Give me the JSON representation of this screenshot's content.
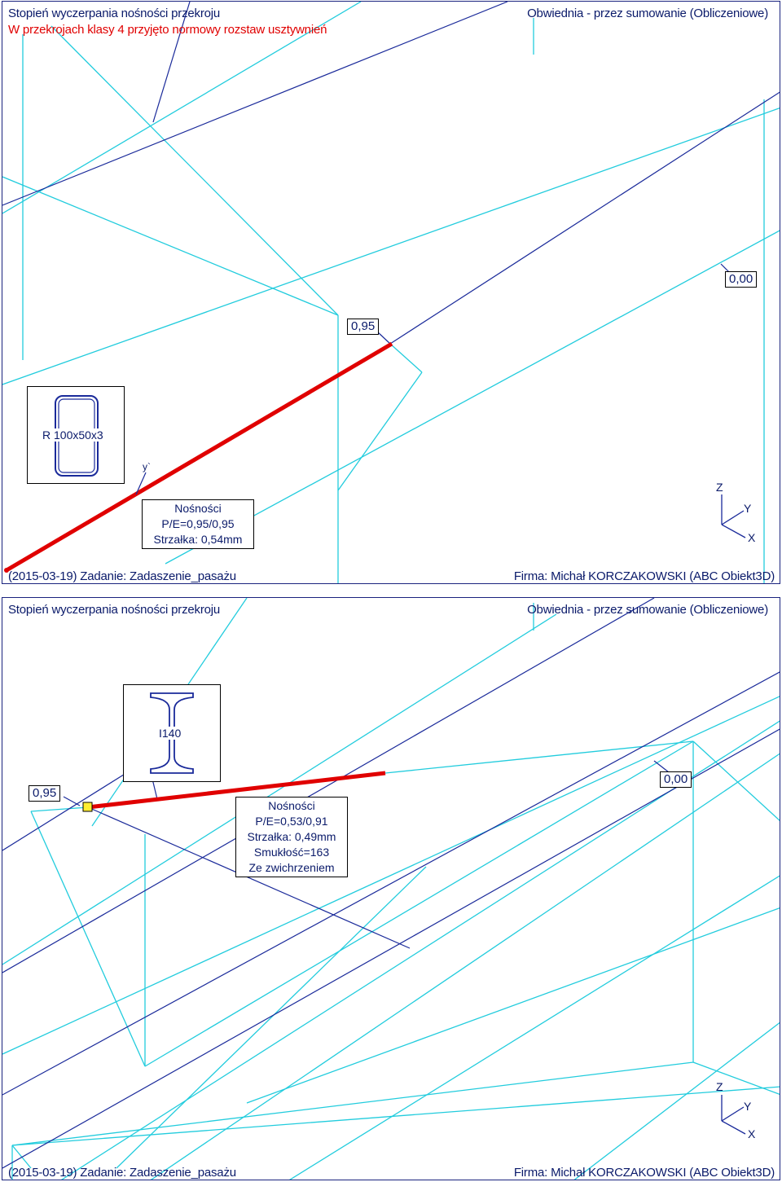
{
  "panels": [
    {
      "title": "Stopień wyczerpania nośności przekroju",
      "warning": "W przekrojach klasy 4 przyjęto normowy rozstaw usztywnień",
      "mode": "Obwiednia - przez sumowanie (Obliczeniowe)",
      "labels": [
        "0,95",
        "0,00"
      ],
      "section_name": "R 100x50x3",
      "local_axis": "y`",
      "info_lines": [
        "Nośności",
        "P/E=0,95/0,95",
        "Strzałka: 0,54mm"
      ],
      "footer_left": "(2015-03-19) Zadanie: Zadaszenie_pasażu",
      "footer_right": "Firma: Michał KORCZAKOWSKI (ABC Obiekt3D)",
      "axes": {
        "z": "Z",
        "y": "Y",
        "x": "X"
      }
    },
    {
      "title": "Stopień wyczerpania nośności przekroju",
      "mode": "Obwiednia - przez sumowanie (Obliczeniowe)",
      "labels": [
        "0,95",
        "0,00"
      ],
      "section_name": "I140",
      "info_lines": [
        "Nośności",
        "P/E=0,53/0,91",
        "Strzałka: 0,49mm",
        "Smukłość=163",
        "Ze zwichrzeniem"
      ],
      "footer_left": "(2015-03-19) Zadanie: Zadaszenie_pasażu",
      "footer_right": "Firma: Michał KORCZAKOWSKI (ABC Obiekt3D)",
      "axes": {
        "z": "Z",
        "y": "Y",
        "x": "X"
      }
    }
  ],
  "colors": {
    "cyan": "#22ccdd",
    "navy": "#1a2a9a",
    "red": "#e00000",
    "node": "#ffee33"
  }
}
